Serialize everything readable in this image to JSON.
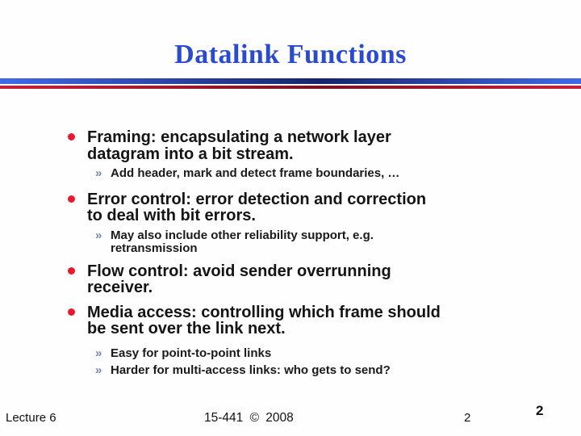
{
  "slide": {
    "title": "Datalink Functions",
    "sub_marker": "»",
    "bullets": [
      {
        "lines": [
          "Framing: encapsulating a network layer",
          "datagram into a bit stream."
        ],
        "subs": [
          {
            "lines": [
              "Add header, mark and detect frame boundaries, …"
            ]
          }
        ]
      },
      {
        "lines": [
          "Error control: error detection and correction",
          "to deal with bit errors."
        ],
        "subs": [
          {
            "lines": [
              "May also include other reliability support, e.g.",
              "retransmission"
            ]
          }
        ]
      },
      {
        "lines": [
          "Flow control: avoid sender overrunning",
          "receiver."
        ],
        "subs": []
      },
      {
        "lines": [
          "Media access: controlling which frame should",
          "be sent over the link next."
        ],
        "subs": [
          {
            "lines": [
              "Easy for point-to-point links"
            ]
          },
          {
            "lines": [
              "Harder for multi-access links: who gets to send?"
            ]
          }
        ]
      }
    ],
    "footer": {
      "left": "Lecture 6",
      "center": "15-441 © 2008",
      "page_number": "2",
      "corner_number": "2"
    },
    "colors": {
      "title_blue": "#2a4bcd",
      "rule_blue_bright": "#4169e8",
      "rule_blue_dark": "#17246b",
      "rule_red_bright": "#c8203c",
      "rule_red_dark": "#801020",
      "bullet_dot_red": "#e8192d",
      "sub_marker_blue": "#7388ad",
      "body_text": "#141414"
    }
  }
}
